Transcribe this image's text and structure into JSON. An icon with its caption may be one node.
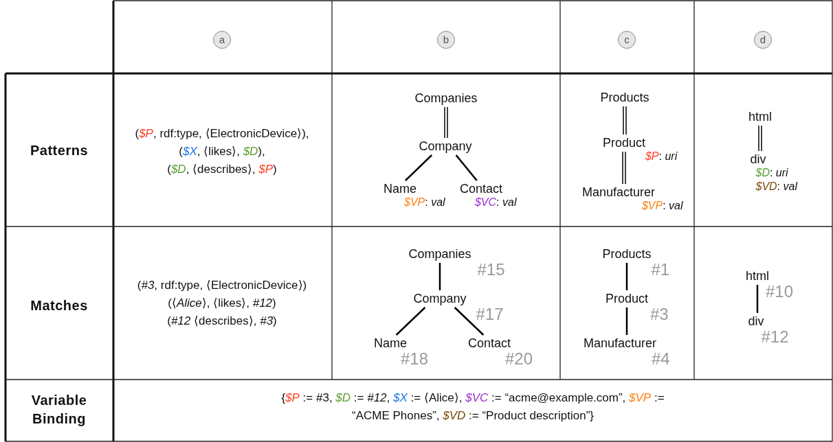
{
  "diagram": {
    "nodes": [
      {
        "text": [
          "Companies"
        ]
      },
      {
        "text": [
          "Company"
        ]
      },
      {
        "text": [
          "Name"
        ],
        "beside": [
          "*$VP*: *val*"
        ]
      },
      {
        "text": [
          "Contact"
        ],
        "beside": [
          "*$VC*: *val*"
        ]
      },
      {
        "text": [
          "Products"
        ]
      },
      {
        "text": [
          "Product"
        ],
        "beside": [
          "*$P*: *uri*"
        ]
      },
      {
        "text": [
          "Manufacturer"
        ],
        "beside": [
          "*$VP*: *val*"
        ]
      },
      {
        "text": [
          "html"
        ]
      },
      {
        "text": [
          "div"
        ],
        "beside": [
          "*$D*: *uri*",
          "*$VD*: *val*"
        ]
      },
      {
        "text": [
          "Companies"
        ],
        "beside": [
          "#15"
        ]
      },
      {
        "text": [
          "Company"
        ],
        "beside": [
          "#17"
        ]
      },
      {
        "text": [
          "Name"
        ],
        "beside": [
          "#18"
        ]
      },
      {
        "text": [
          "Contact"
        ],
        "beside": [
          "#20"
        ]
      },
      {
        "text": [
          "Products"
        ],
        "beside": [
          "#1"
        ]
      },
      {
        "text": [
          "Product"
        ],
        "beside": [
          "#3"
        ]
      },
      {
        "text": [
          "Manufacturer"
        ],
        "beside": [
          "#4"
        ]
      },
      {
        "text": [
          "html"
        ],
        "beside": [
          "#10"
        ]
      },
      {
        "text": [
          "div"
        ],
        "beside": [
          "#12"
        ]
      }
    ],
    "edges": [
      {
        "from": 0,
        "to": 1,
        "arrow": "none"
      },
      {
        "from": 1,
        "to": 2,
        "arrow": "none"
      },
      {
        "from": 1,
        "to": 3,
        "arrow": "none"
      },
      {
        "from": 4,
        "to": 5,
        "arrow": "none"
      },
      {
        "from": 5,
        "to": 6,
        "arrow": "none"
      },
      {
        "from": 7,
        "to": 8,
        "arrow": "none"
      },
      {
        "from": 9,
        "to": 10,
        "arrow": "none"
      },
      {
        "from": 10,
        "to": 11,
        "arrow": "none"
      },
      {
        "from": 10,
        "to": 12,
        "arrow": "none"
      },
      {
        "from": 13,
        "to": 14,
        "arrow": "none"
      },
      {
        "from": 14,
        "to": 15,
        "arrow": "none"
      },
      {
        "from": 16,
        "to": 17,
        "arrow": "none"
      }
    ],
    "labels": [
      "a",
      "b",
      "c",
      "d",
      "Patterns",
      "(*$P*, rdf:type, ⟨ElectronicDevice⟩),",
      "(*$X*, ⟨likes⟩, *$D*),",
      "(*$D*, ⟨describes⟩, *$P*)",
      "Matches",
      "(*#3*, rdf:type, ⟨ElectronicDevice⟩)",
      "(⟨*Alice*⟩, ⟨likes⟩, *#12*)",
      "(*#12* ⟨describes⟩, *#3*)",
      "Variable Binding",
      "{*$P* := #3, *$D* := *#12*, *$X* := ⟨Alice⟩, *$VC* := “acme@example.com”, *$VP* := “ACME Phones”, *$VD* := “Product description”}"
    ]
  }
}
